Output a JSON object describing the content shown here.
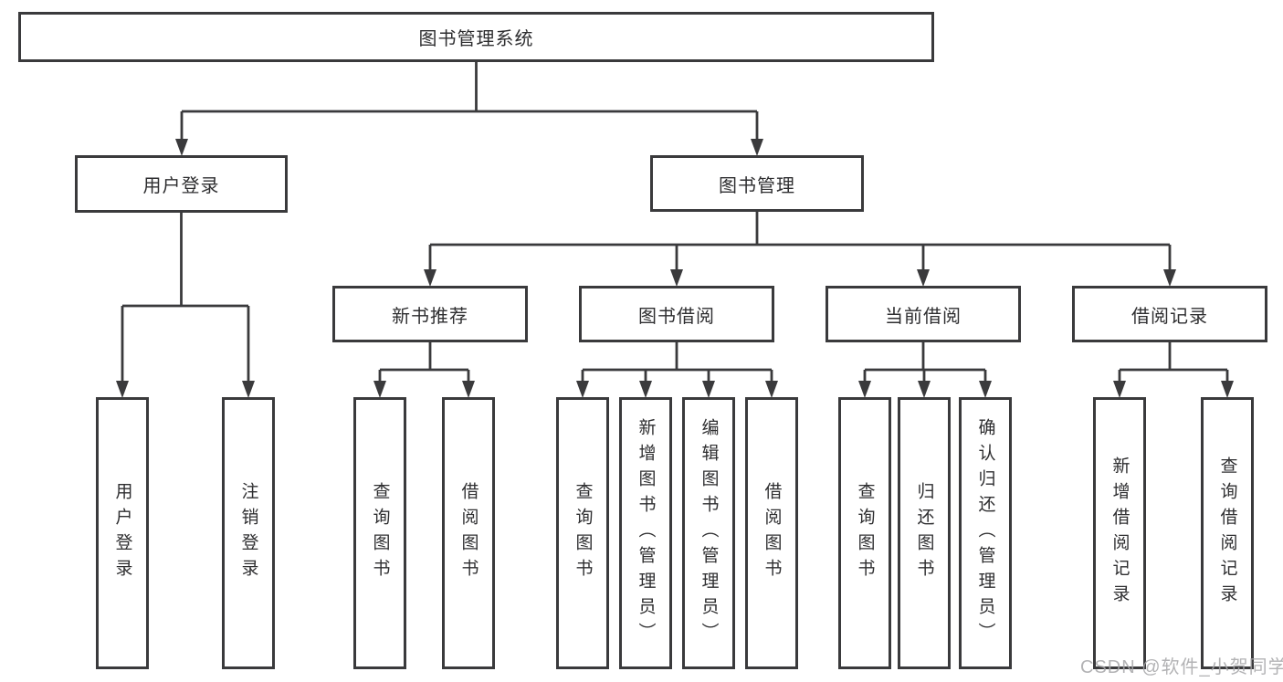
{
  "tree": {
    "root": "图书管理系统",
    "branches": [
      {
        "label": "用户登录",
        "leaves": [
          "用户登录",
          "注销登录"
        ]
      },
      {
        "label": "图书管理",
        "groups": [
          {
            "label": "新书推荐",
            "leaves": [
              "查询图书",
              "借阅图书"
            ]
          },
          {
            "label": "图书借阅",
            "leaves": [
              "查询图书",
              "新增图书（管理员）",
              "编辑图书（管理员）",
              "借阅图书"
            ]
          },
          {
            "label": "当前借阅",
            "leaves": [
              "查询图书",
              "归还图书",
              "确认归还（管理员）"
            ]
          },
          {
            "label": "借阅记录",
            "leaves": [
              "新增借阅记录",
              "查询借阅记录"
            ]
          }
        ]
      }
    ]
  },
  "watermark": "CSDN @软件_小贺同学",
  "colors": {
    "line": "#3a3a3c",
    "border": "#3a3a3c",
    "text": "#2e2e30",
    "background": "#ffffff",
    "watermark": "#a6a6a8"
  }
}
